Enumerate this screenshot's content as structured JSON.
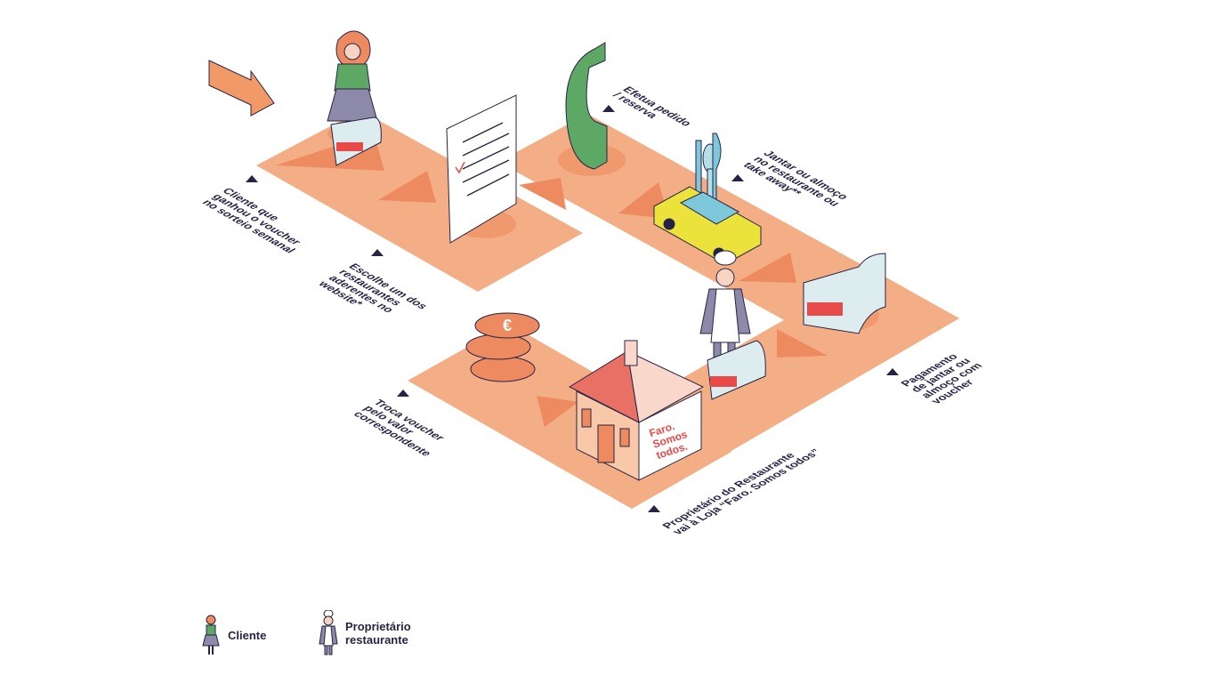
{
  "steps": [
    {
      "label": "Cliente que\nganhou o voucher\nno sorteio semanal"
    },
    {
      "label": "Escolhe um dos\nrestaurantes\naderentes no\nwebsite*"
    },
    {
      "label": "Efetua pedido\n/ reserva"
    },
    {
      "label": "Jantar ou almoço\nno restaurante ou\ntake away**"
    },
    {
      "label": "Pagamento\nde jantar ou\nalmoço com\nvoucher"
    },
    {
      "label": "Proprietário do Restaurante\nvai à Loja “Faro. Somos todos”"
    },
    {
      "label": "Troca voucher\npelo valor\ncorrespondente"
    }
  ],
  "house_sign": "Faro.\nSomos\ntodos.",
  "legend": [
    {
      "label": "Cliente"
    },
    {
      "label": "Proprietário\nrestaurante"
    }
  ],
  "colors": {
    "path": "#f4ae85",
    "accent": "#ee8a5f",
    "ink": "#262445",
    "red": "#e84a4a",
    "green": "#5ea866",
    "yellow": "#ece23c"
  }
}
